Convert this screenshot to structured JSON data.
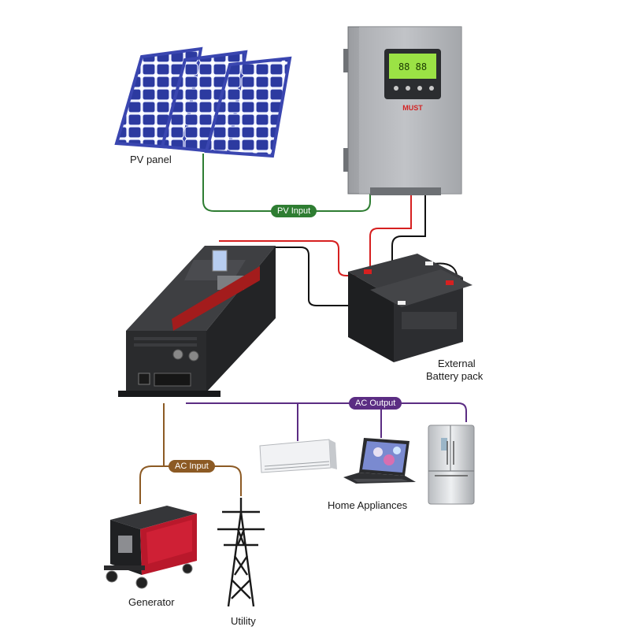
{
  "labels": {
    "pv_panel": "PV panel",
    "external_battery": [
      "External",
      "Battery pack"
    ],
    "home_appliances": "Home Appliances",
    "generator": "Generator",
    "utility": "Utility"
  },
  "connections": {
    "pv_input": "PV Input",
    "ac_output": "AC Output",
    "ac_input": "AC Input"
  },
  "device_text": {
    "controller_brand": "MUST"
  },
  "colors": {
    "pv_input": "#2e7d32",
    "ac_output": "#5b2d83",
    "ac_input": "#8c5a24",
    "positive_wire": "#d62020",
    "negative_wire": "#111111"
  }
}
